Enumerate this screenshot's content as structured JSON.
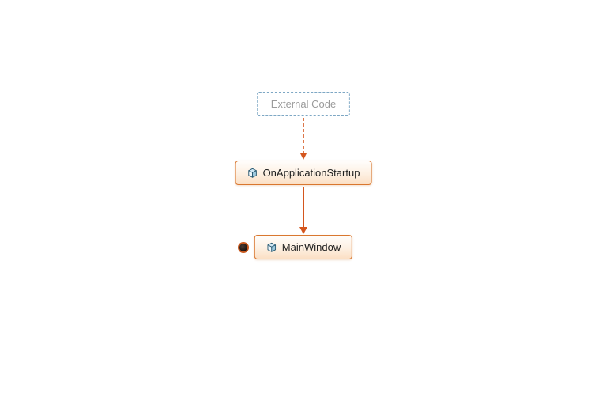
{
  "diagram": {
    "kind": "code-map-call-graph",
    "background": "#ffffff",
    "colors": {
      "edge_orange": "#d4561e",
      "node_border_orange": "#d9772f",
      "node_fill_top": "#fffdfb",
      "node_fill_bottom": "#fbdfc4",
      "external_border_blue": "#7da7c4",
      "external_text_gray": "#9b9b9b",
      "node_text": "#1e1e1e"
    },
    "nodes": {
      "external": {
        "label": "External Code",
        "style": "dashed-blue"
      },
      "startup": {
        "label": "OnApplicationStartup",
        "icon": "cube-icon",
        "style": "orange"
      },
      "main": {
        "label": "MainWindow",
        "icon": "cube-icon",
        "style": "orange",
        "marker": "entry-point-marker"
      }
    },
    "edges": [
      {
        "from": "external",
        "to": "startup",
        "line": "dashed",
        "arrow": "down"
      },
      {
        "from": "startup",
        "to": "main",
        "line": "solid",
        "arrow": "down"
      }
    ]
  }
}
